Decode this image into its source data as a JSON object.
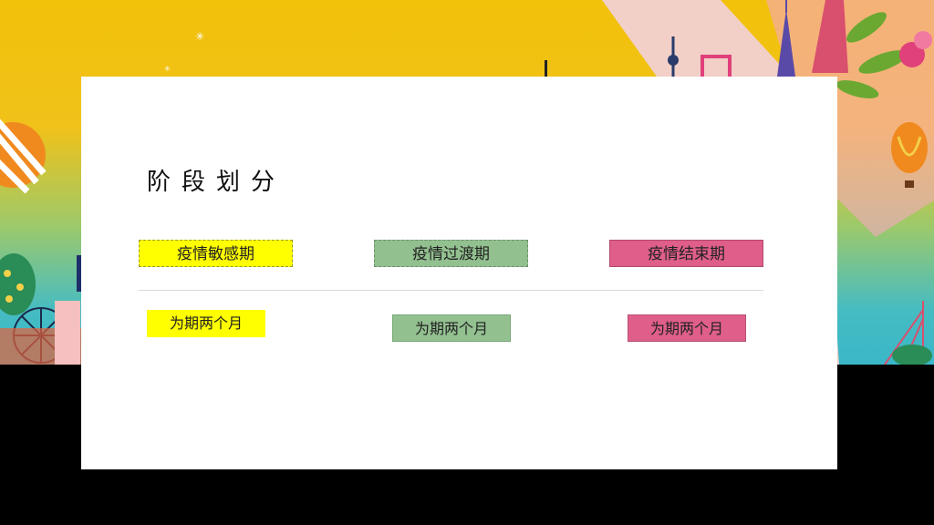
{
  "slide": {
    "title": "阶段划分",
    "phases": [
      {
        "label": "疫情敏感期",
        "color": "#ffff00"
      },
      {
        "label": "疫情过渡期",
        "color": "#92c08f"
      },
      {
        "label": "疫情结束期",
        "color": "#df5e8a"
      }
    ],
    "durations": [
      {
        "label": "为期两个月"
      },
      {
        "label": "为期两个月"
      },
      {
        "label": "为期两个月"
      }
    ]
  },
  "background": {
    "top_color": "#f2c10a",
    "bottom_color": "#3ab7c8",
    "letterbox_color": "#000000"
  }
}
